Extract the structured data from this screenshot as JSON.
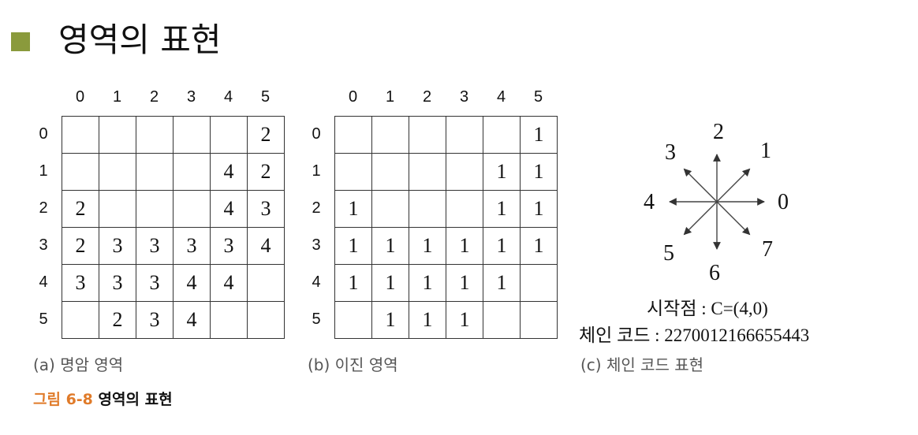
{
  "title": "영역의 표현",
  "colors": {
    "title_square": "#8a9a3c",
    "figure_number": "#e07b2a",
    "caption": "#555555"
  },
  "headers": [
    "0",
    "1",
    "2",
    "3",
    "4",
    "5"
  ],
  "grid_a": [
    [
      "",
      "",
      "",
      "",
      "",
      "2"
    ],
    [
      "",
      "",
      "",
      "",
      "4",
      "2"
    ],
    [
      "2",
      "",
      "",
      "",
      "4",
      "3"
    ],
    [
      "2",
      "3",
      "3",
      "3",
      "3",
      "4"
    ],
    [
      "3",
      "3",
      "3",
      "4",
      "4",
      ""
    ],
    [
      "",
      "2",
      "3",
      "4",
      "",
      ""
    ]
  ],
  "grid_b": [
    [
      "",
      "",
      "",
      "",
      "",
      "1"
    ],
    [
      "",
      "",
      "",
      "",
      "1",
      "1"
    ],
    [
      "1",
      "",
      "",
      "",
      "1",
      "1"
    ],
    [
      "1",
      "1",
      "1",
      "1",
      "1",
      "1"
    ],
    [
      "1",
      "1",
      "1",
      "1",
      "1",
      ""
    ],
    [
      "",
      "1",
      "1",
      "1",
      "",
      ""
    ]
  ],
  "chain": {
    "directions": [
      "0",
      "1",
      "2",
      "3",
      "4",
      "5",
      "6",
      "7"
    ],
    "start_text": "시작점 : C=(4,0)",
    "code_text": "체인 코드 : 2270012166655443"
  },
  "captions": {
    "a": "(a) 명암 영역",
    "b": "(b) 이진 영역",
    "c": "(c) 체인 코드 표현"
  },
  "figure": {
    "number": "그림 6-8",
    "name": "영역의 표현"
  }
}
